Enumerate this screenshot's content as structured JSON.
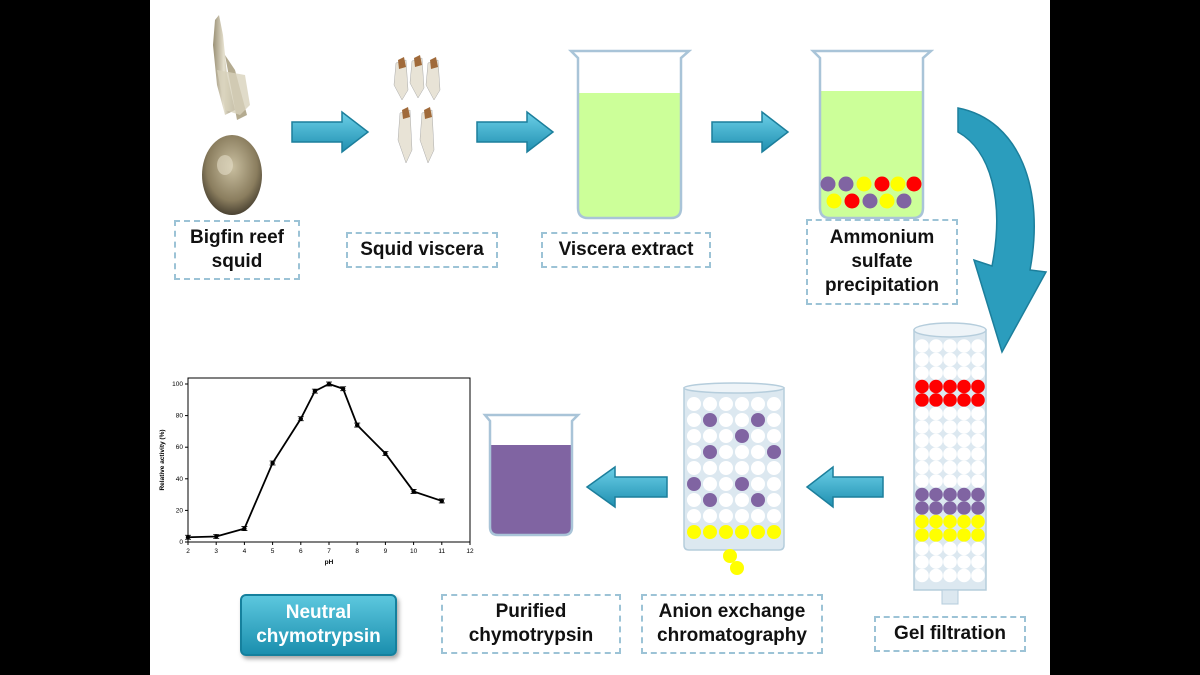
{
  "steps": {
    "squid": "Bigfin reef\nsquid",
    "viscera": "Squid viscera",
    "extract": "Viscera extract",
    "ammonium": "Ammonium\nsulfate\nprecipitation",
    "gel": "Gel filtration",
    "anion": "Anion exchange\nchromatography",
    "purified": "Purified\nchymotrypsin",
    "final": "Neutral\nchymotrypsin"
  },
  "colors": {
    "arrow": "#35a9c8",
    "extract_liquid": "#ccff99",
    "purified_liquid": "#8064a2",
    "bead_red": "#ff0000",
    "bead_purple": "#8064a2",
    "bead_yellow": "#ffff00",
    "final_box": "#2eaecb"
  },
  "icons": {
    "squid": "squid-photo-icon",
    "viscera": "squid-viscera-photo-icon"
  },
  "chart_data": {
    "type": "line",
    "xlabel": "pH",
    "ylabel": "Relative activity (%)",
    "xlim": [
      2,
      12
    ],
    "ylim": [
      0,
      100
    ],
    "xticks": [
      2,
      3,
      4,
      5,
      6,
      7,
      8,
      9,
      10,
      11,
      12
    ],
    "yticks": [
      0,
      20,
      40,
      60,
      80,
      100
    ],
    "x": [
      2,
      3,
      4,
      5,
      6,
      6.5,
      7,
      7.5,
      8,
      9,
      10,
      11
    ],
    "y": [
      3,
      3.5,
      8.5,
      50,
      78,
      95.5,
      100,
      97,
      74,
      56,
      32,
      26
    ],
    "grid": false
  }
}
